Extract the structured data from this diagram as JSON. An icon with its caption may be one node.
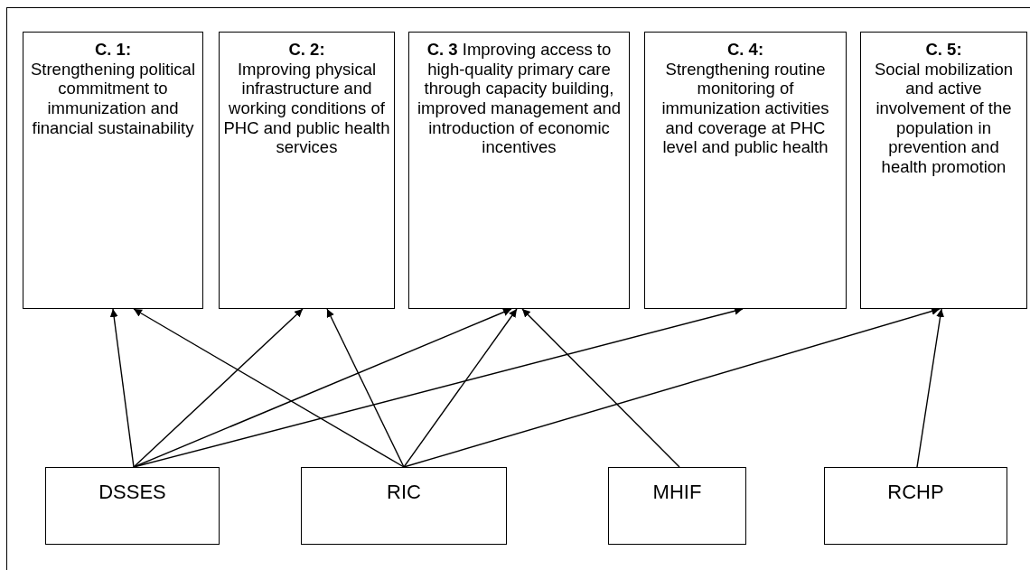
{
  "diagram": {
    "nodes": [
      {
        "text": [
          "C. 1:",
          "Strengthening political commitment to immunization and financial sustainability"
        ]
      },
      {
        "text": [
          "C. 2:",
          "Improving physical infrastructure and working conditions of PHC and public health services"
        ]
      },
      {
        "text": [
          "**C. 3** Improving access to high-quality primary care through capacity building, improved management and introduction of economic incentives"
        ]
      },
      {
        "text": [
          "C. 4:",
          "Strengthening routine monitoring of immunization activities and coverage at PHC level and public health"
        ]
      },
      {
        "text": [
          "C. 5:",
          "Social mobilization and active involvement of the population in prevention and health promotion"
        ]
      },
      {
        "text": [
          "DSSES"
        ]
      },
      {
        "text": [
          "RIC"
        ]
      },
      {
        "text": [
          "MHIF"
        ]
      },
      {
        "text": [
          "RCHP"
        ]
      }
    ],
    "edges": [
      {
        "from": 5,
        "to": 0,
        "arrow": "to"
      },
      {
        "from": 5,
        "to": 1,
        "arrow": "to"
      },
      {
        "from": 5,
        "to": 2,
        "arrow": "to"
      },
      {
        "from": 5,
        "to": 3,
        "arrow": "to"
      },
      {
        "from": 6,
        "to": 0,
        "arrow": "to"
      },
      {
        "from": 6,
        "to": 1,
        "arrow": "to"
      },
      {
        "from": 6,
        "to": 2,
        "arrow": "to"
      },
      {
        "from": 6,
        "to": 4,
        "arrow": "to"
      },
      {
        "from": 7,
        "to": 2,
        "arrow": "to"
      },
      {
        "from": 8,
        "to": 4,
        "arrow": "to"
      }
    ]
  }
}
